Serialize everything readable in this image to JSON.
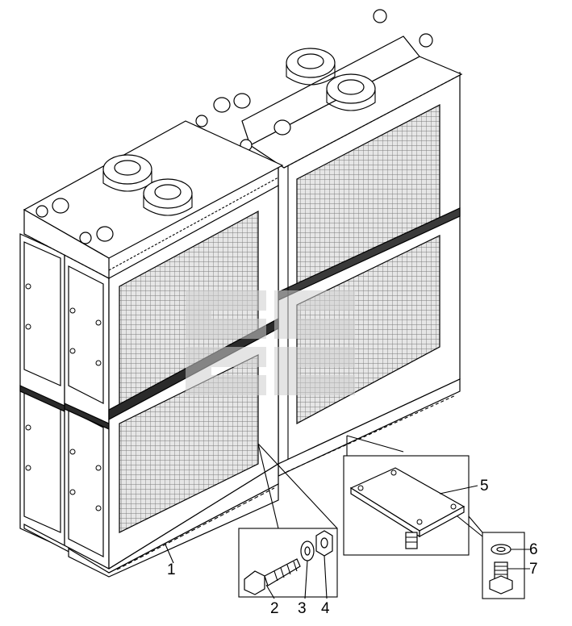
{
  "figure": {
    "colors": {
      "frame": "#ffffff",
      "mesh": "#9a9a9a",
      "mesh_bg": "#e6e6e6",
      "outline": "#000000",
      "watermark": "#d8d8d8"
    }
  },
  "callouts": [
    {
      "id": "1",
      "label": "1"
    },
    {
      "id": "2",
      "label": "2"
    },
    {
      "id": "3",
      "label": "3"
    },
    {
      "id": "4",
      "label": "4"
    },
    {
      "id": "5",
      "label": "5"
    },
    {
      "id": "6",
      "label": "6"
    },
    {
      "id": "7",
      "label": "7"
    }
  ],
  "parts": [
    {
      "callout": "1",
      "icon": "radiator-core-icon"
    },
    {
      "callout": "2",
      "icon": "hex-bolt-icon"
    },
    {
      "callout": "3",
      "icon": "flat-washer-icon"
    },
    {
      "callout": "4",
      "icon": "hex-nut-icon"
    },
    {
      "callout": "5",
      "icon": "mounting-plate-icon"
    },
    {
      "callout": "6",
      "icon": "washer-icon"
    },
    {
      "callout": "7",
      "icon": "short-bolt-icon"
    }
  ]
}
